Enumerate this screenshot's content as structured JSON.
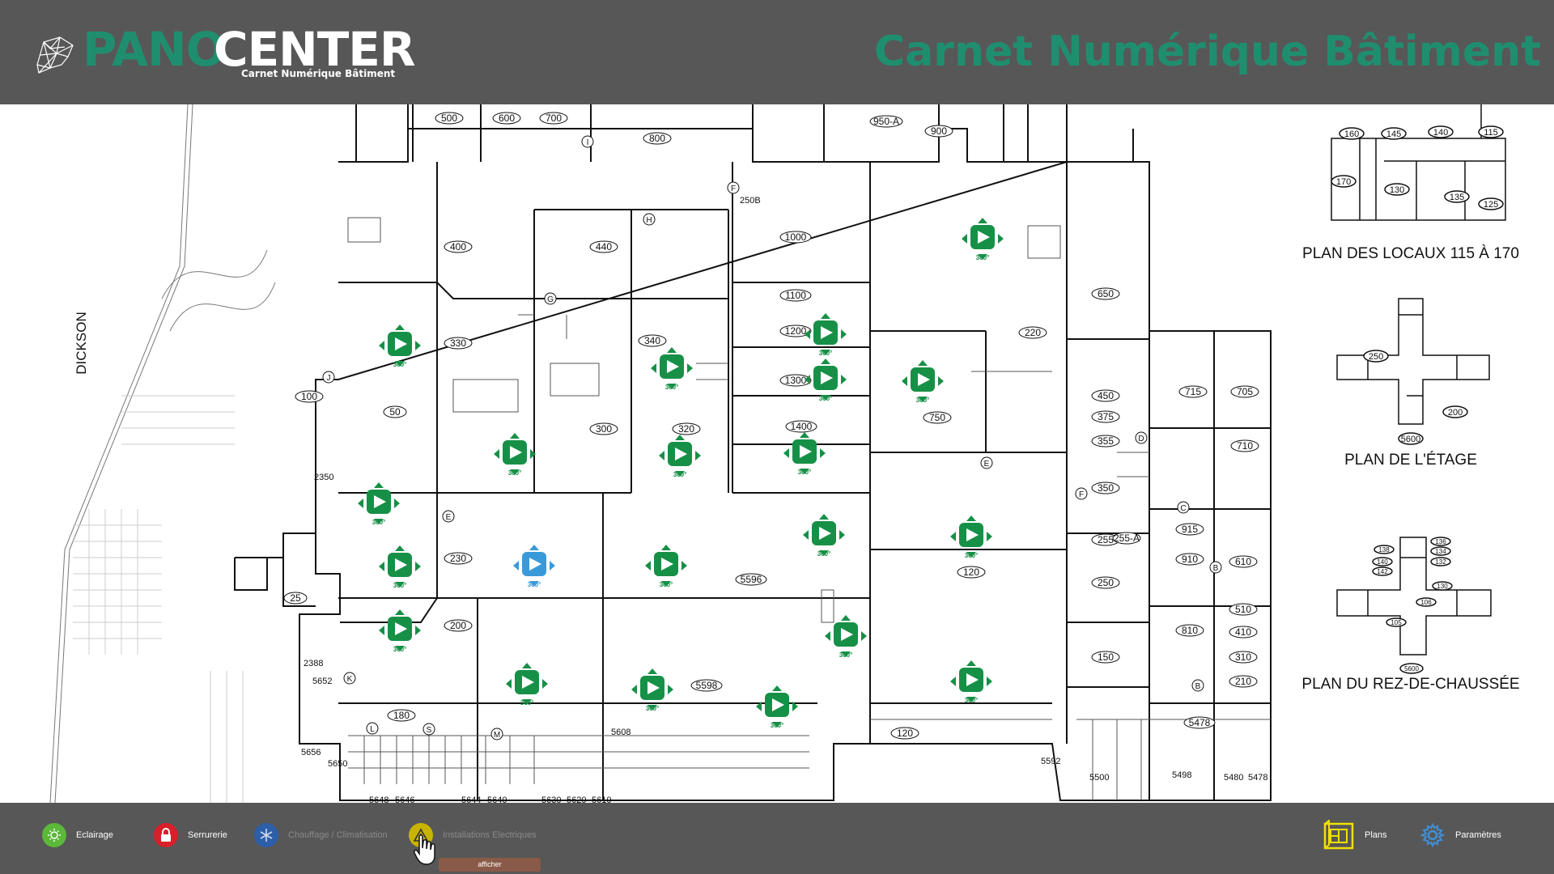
{
  "header": {
    "logo_part1": "PANO",
    "logo_part2": "CENTER",
    "logo_subtitle": "Carnet Numérique Bâtiment",
    "title": "Carnet Numérique Bâtiment",
    "brand_color": "#1f8e6f"
  },
  "map": {
    "street": "DICKSON",
    "pano_badge": "360°",
    "rooms": [
      "500",
      "600",
      "700",
      "800",
      "950-A",
      "900",
      "400",
      "440",
      "1000",
      "1100",
      "1200",
      "1300",
      "1400",
      "650",
      "220",
      "330",
      "340",
      "320",
      "300",
      "750",
      "100",
      "50",
      "450",
      "375",
      "355",
      "350",
      "255",
      "255-A",
      "250",
      "230",
      "5596",
      "120",
      "200",
      "150",
      "5598",
      "180",
      "120",
      "715",
      "705",
      "710",
      "915",
      "910",
      "610",
      "510",
      "410",
      "310",
      "210",
      "810",
      "5478",
      "25"
    ],
    "numbers": [
      "2350",
      "2388",
      "5652",
      "5656",
      "5650",
      "5648",
      "5646",
      "5644",
      "5640",
      "5630",
      "5620",
      "5610",
      "5608",
      "5592",
      "5500",
      "5498",
      "5480",
      "5478",
      "250B"
    ],
    "letters": [
      "I",
      "F",
      "H",
      "G",
      "J",
      "D",
      "E",
      "E",
      "F",
      "C",
      "B",
      "B",
      "K",
      "L",
      "S",
      "M"
    ],
    "plans": [
      {
        "caption": "PLAN DES LOCAUX 115 À 170",
        "rooms": [
          "160",
          "145",
          "140",
          "115",
          "170",
          "130",
          "135",
          "125"
        ]
      },
      {
        "caption": "PLAN DE L'ÉTAGE",
        "rooms": [
          "250",
          "200",
          "5600"
        ]
      },
      {
        "caption": "PLAN DU REZ-DE-CHAUSSÉE",
        "rooms": [
          "138",
          "136",
          "134",
          "132",
          "140",
          "142",
          "130",
          "106",
          "105",
          "5600"
        ]
      }
    ]
  },
  "toolbar": {
    "items": [
      {
        "label": "Eclairage",
        "icon": "lightbulb-icon",
        "color": "#5cb83a",
        "enabled": true
      },
      {
        "label": "Serrurerie",
        "icon": "lock-icon",
        "color": "#d8202a",
        "enabled": true
      },
      {
        "label": "Chauffage / Climatisation",
        "icon": "snowflake-icon",
        "color": "#2d5fa8",
        "enabled": false
      },
      {
        "label": "Installations Electriques",
        "icon": "electrical-warning-icon",
        "color": "#c8b400",
        "enabled": false
      }
    ],
    "tooltip": "afficher",
    "plans_label": "Plans",
    "settings_label": "Paramètres"
  },
  "colors": {
    "header_bg": "#575757",
    "pano_green": "#179047",
    "pano_blue": "#3a9ad9"
  }
}
